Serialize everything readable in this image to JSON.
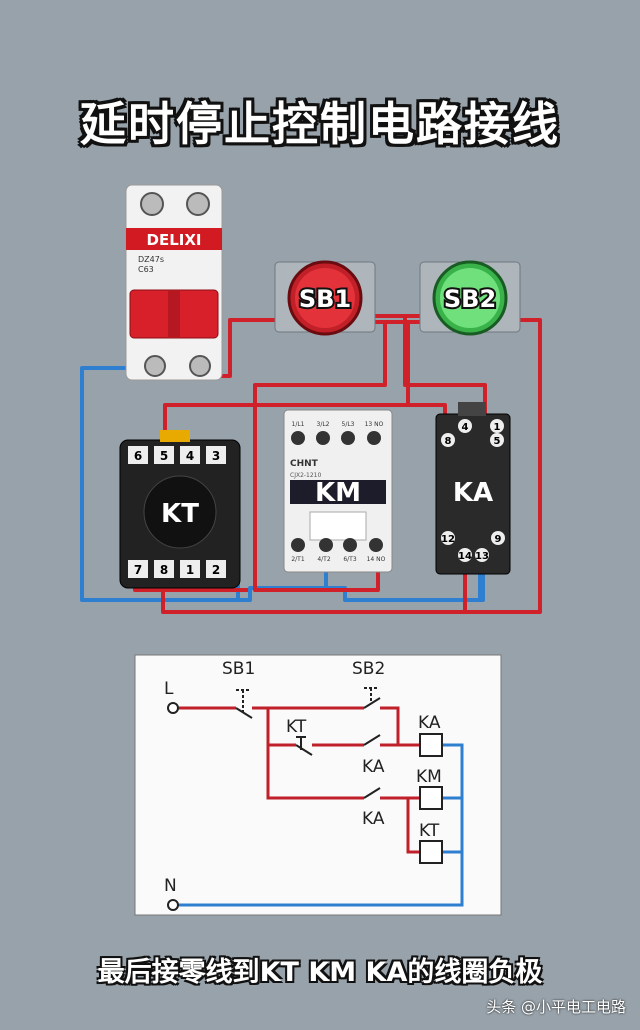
{
  "title": "延时停止控制电路接线",
  "caption": "最后接零线到KT KM KA的线圈负极",
  "watermark": "头条 @小平电工电路",
  "colors": {
    "live": "#d0202a",
    "neutral": "#2f7fd0",
    "background": "#98a2aa"
  },
  "breaker": {
    "brand": "DELIXI",
    "model": "DZ47s",
    "rating": "C63"
  },
  "buttons": {
    "sb1": "SB1",
    "sb2": "SB2"
  },
  "devices": {
    "kt": {
      "label": "KT",
      "top_terminals": [
        "6",
        "5",
        "4",
        "3"
      ],
      "bottom_terminals": [
        "7",
        "8",
        "1",
        "2"
      ]
    },
    "km": {
      "label": "KM",
      "brand": "CHNT",
      "model": "CJX2-1210",
      "top_terminals": [
        "1/L1",
        "3/L2",
        "5/L3",
        "13 NO"
      ],
      "bottom_terminals": [
        "2/T1",
        "4/T2",
        "6/T3",
        "14 NO"
      ]
    },
    "ka": {
      "label": "KA",
      "terminals": [
        "8",
        "4",
        "1",
        "5",
        "12",
        "14",
        "13",
        "9"
      ]
    }
  },
  "schematic": {
    "L": "L",
    "N": "N",
    "sb1": "SB1",
    "sb2": "SB2",
    "kt_contact": "KT",
    "ka_contact_1": "KA",
    "ka_contact_2": "KA",
    "coil_ka": "KA",
    "coil_km": "KM",
    "coil_kt": "KT"
  }
}
